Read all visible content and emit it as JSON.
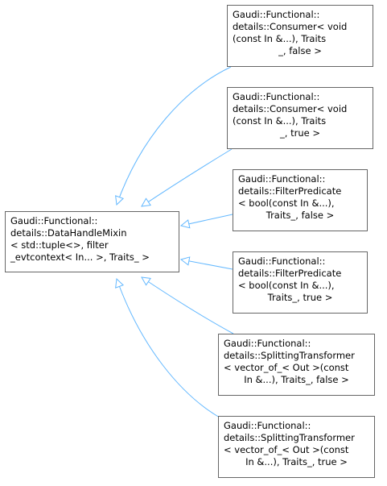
{
  "diagram": {
    "edge_color": "#63b8ff",
    "base_node": {
      "lines": [
        "Gaudi::Functional::",
        "details::DataHandleMixin",
        "< std::tuple<>, filter",
        "_evtcontext< In... >, Traits_ >"
      ]
    },
    "children": [
      {
        "lines": [
          "Gaudi::Functional::",
          "details::Consumer< void",
          "(const In &...), Traits",
          "_, false >"
        ]
      },
      {
        "lines": [
          "Gaudi::Functional::",
          "details::Consumer< void",
          "(const In &...), Traits",
          "_, true >"
        ]
      },
      {
        "lines": [
          "Gaudi::Functional::",
          "details::FilterPredicate",
          "< bool(const In &...),",
          "Traits_, false >"
        ]
      },
      {
        "lines": [
          "Gaudi::Functional::",
          "details::FilterPredicate",
          "< bool(const In &...),",
          "Traits_, true >"
        ]
      },
      {
        "lines": [
          "Gaudi::Functional::",
          "details::SplittingTransformer",
          "< vector_of_< Out >(const",
          "In &...), Traits_, false >"
        ]
      },
      {
        "lines": [
          "Gaudi::Functional::",
          "details::SplittingTransformer",
          "< vector_of_< Out >(const",
          "In &...), Traits_, true >"
        ]
      }
    ]
  }
}
